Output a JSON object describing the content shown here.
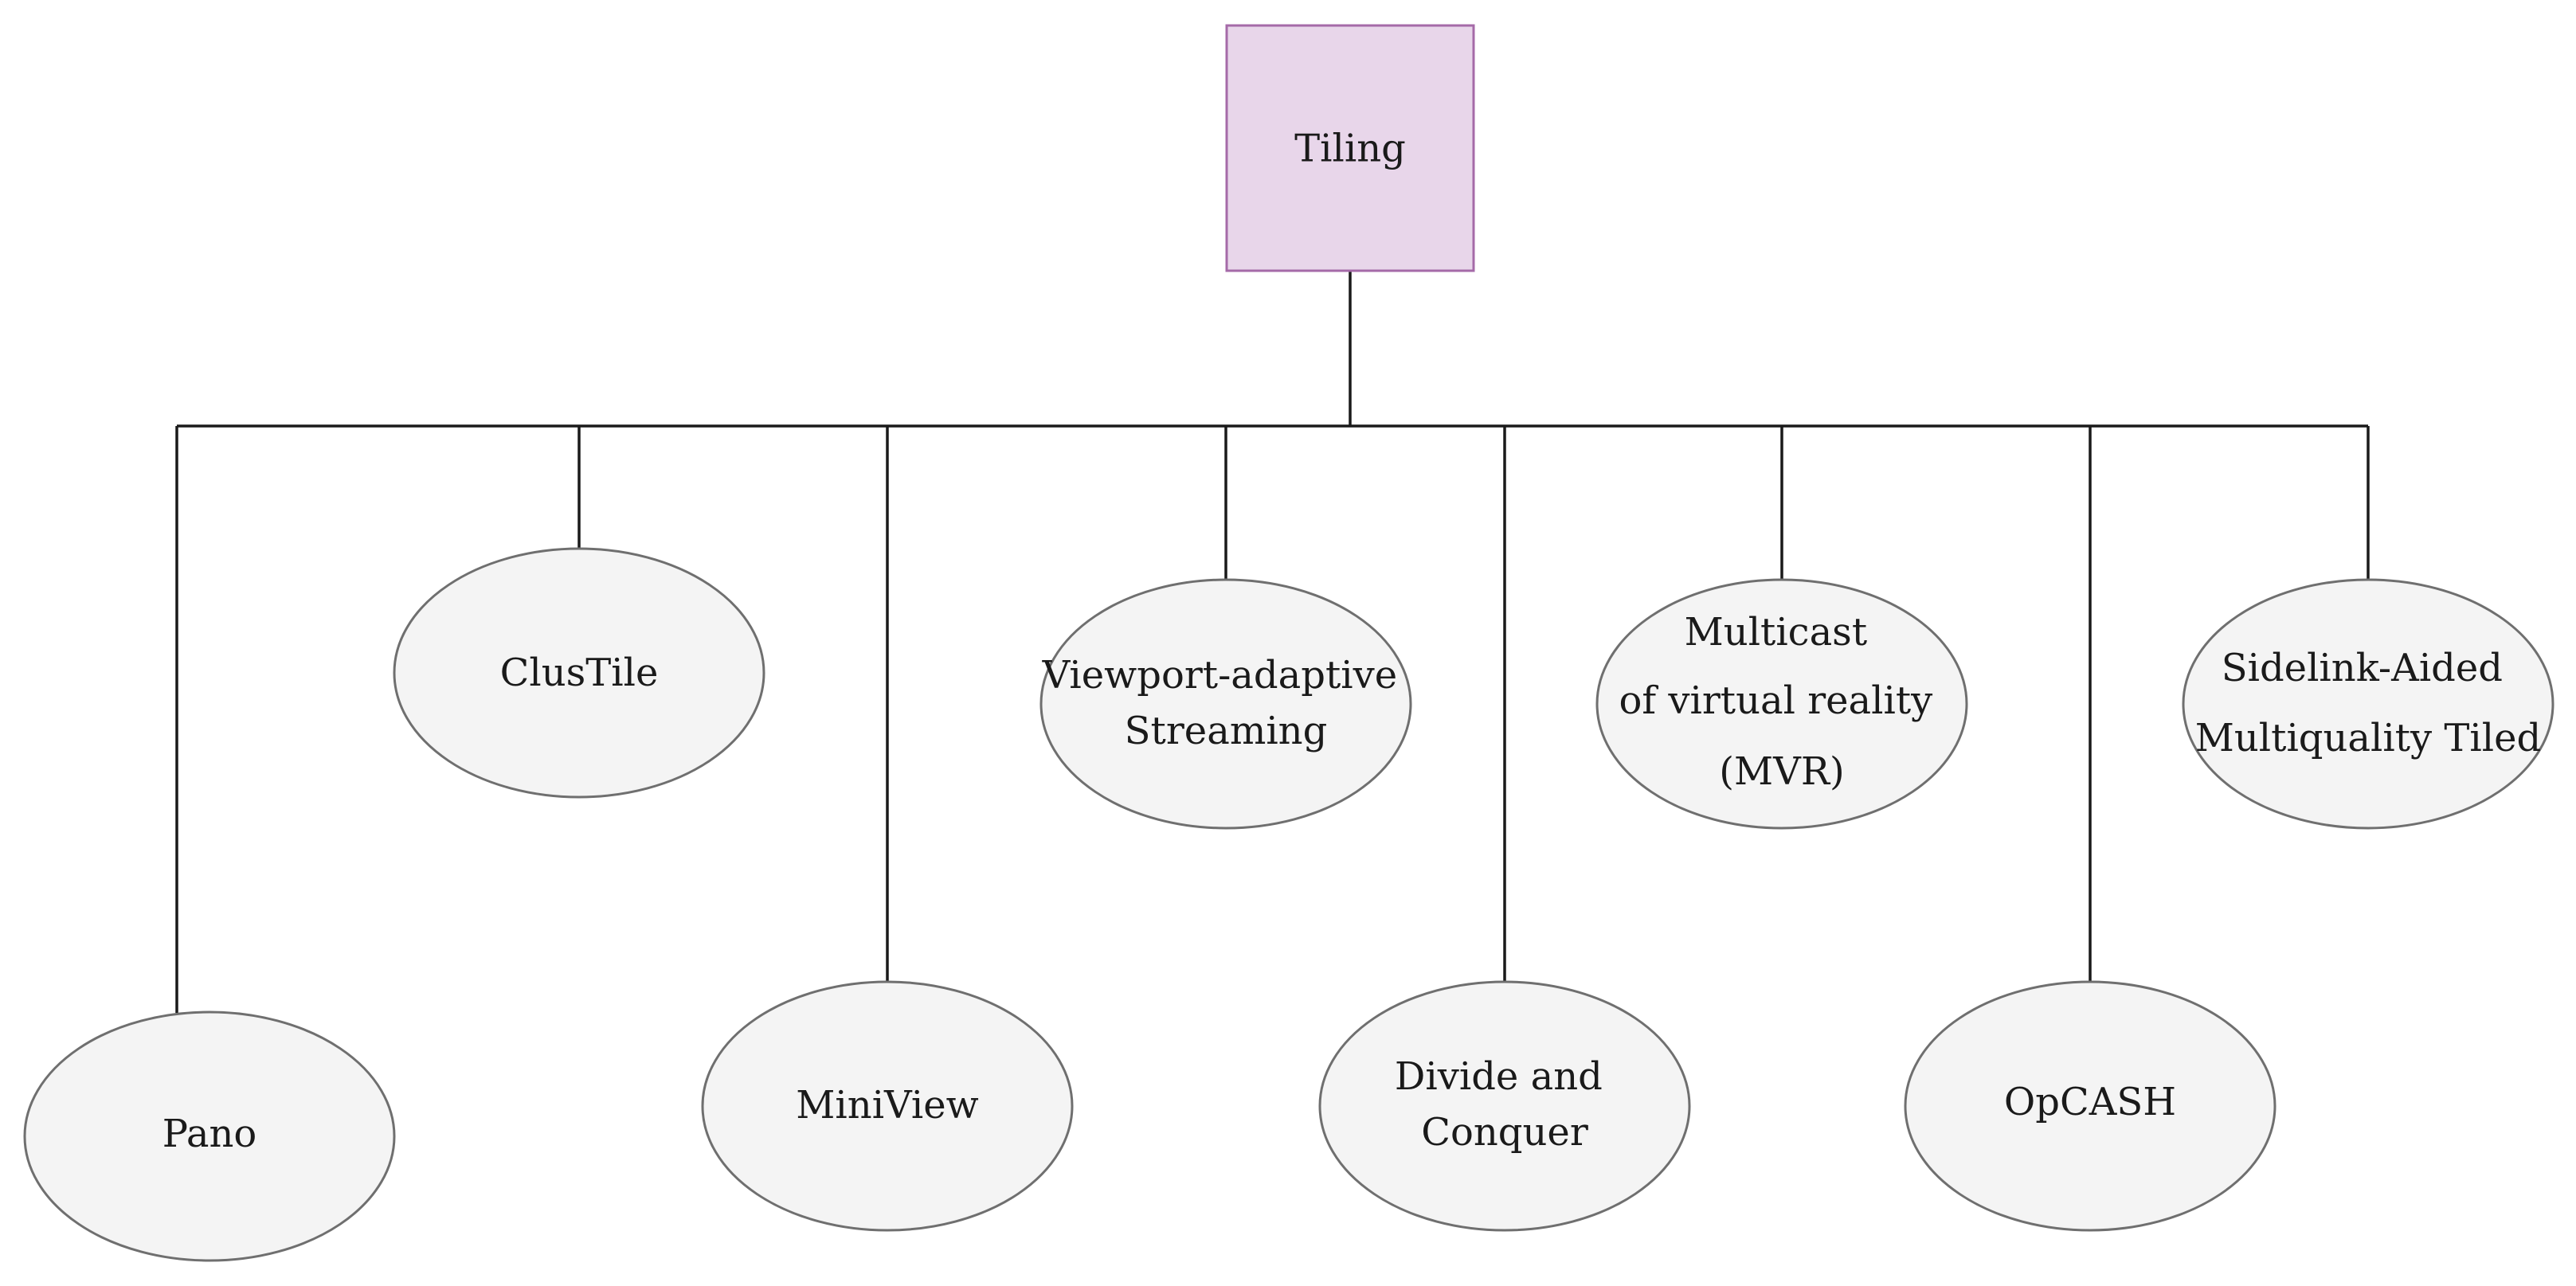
{
  "root": {
    "label": "Tiling"
  },
  "children": [
    {
      "id": "pano",
      "lines": [
        "Pano"
      ]
    },
    {
      "id": "clustile",
      "lines": [
        "ClusTile"
      ]
    },
    {
      "id": "miniview",
      "lines": [
        "MiniView"
      ]
    },
    {
      "id": "viewport-adaptive-streaming",
      "lines": [
        "Viewport-adaptive",
        "Streaming"
      ]
    },
    {
      "id": "divide-and-conquer",
      "lines": [
        "Divide and",
        "Conquer"
      ]
    },
    {
      "id": "multicast-of-virtual-reality",
      "lines": [
        "Multicast",
        "of virtual reality",
        "(MVR)"
      ]
    },
    {
      "id": "opcash",
      "lines": [
        "OpCASH"
      ]
    },
    {
      "id": "sidelink-aided-multiquality-tiled",
      "lines": [
        "Sidelink-Aided",
        "Multiquality Tiled"
      ]
    }
  ],
  "colors": {
    "root_fill": "#e8d6ea",
    "root_stroke": "#a56aa8",
    "child_fill": "#f4f4f4",
    "child_stroke": "#6f6f6f",
    "line": "#1a1a1a"
  }
}
